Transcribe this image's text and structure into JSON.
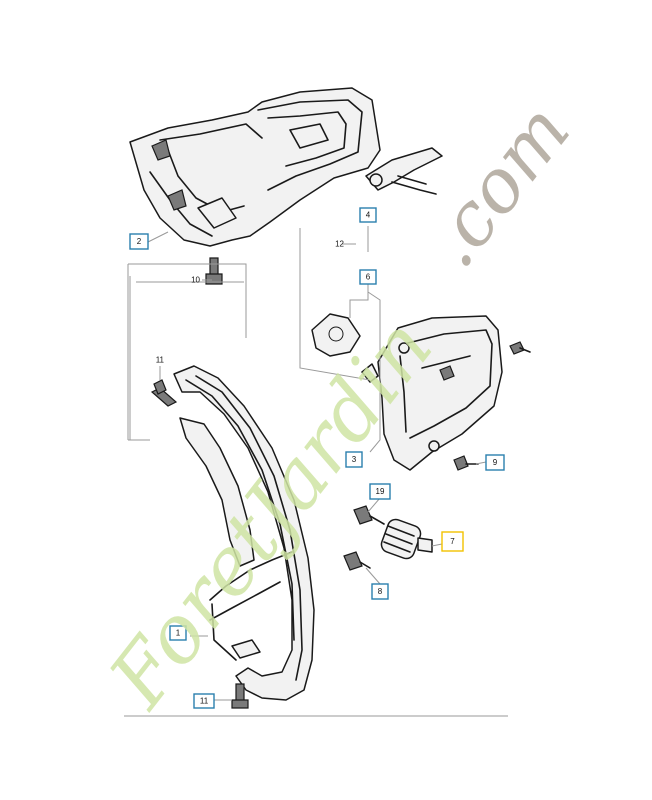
{
  "diagram": {
    "callouts": [
      {
        "id": "c2a",
        "label": "2",
        "boxed": true
      },
      {
        "id": "c10",
        "label": "10",
        "boxed": false
      },
      {
        "id": "c11a",
        "label": "11",
        "boxed": false
      },
      {
        "id": "c4",
        "label": "4",
        "boxed": true
      },
      {
        "id": "c12",
        "label": "12",
        "boxed": false
      },
      {
        "id": "c6",
        "label": "6",
        "boxed": true
      },
      {
        "id": "c3",
        "label": "3",
        "boxed": true
      },
      {
        "id": "c9",
        "label": "9",
        "boxed": true
      },
      {
        "id": "c19",
        "label": "19",
        "boxed": true
      },
      {
        "id": "c7",
        "label": "7",
        "boxed": true,
        "highlighted": true
      },
      {
        "id": "c8",
        "label": "8",
        "boxed": true
      },
      {
        "id": "c1",
        "label": "1",
        "boxed": true
      },
      {
        "id": "c11b",
        "label": "11",
        "boxed": true
      }
    ],
    "colors": {
      "callout_border": "#2a7fae",
      "highlight_border": "#f2c200",
      "line": "#1a1a1a"
    }
  },
  "watermarks": {
    "brand_text": "ForetJardin",
    "brand_color": "#cfe4a4",
    "brand_accent_color": "#f6c98a",
    "domain_text": ".com",
    "domain_color": "#b3aba0"
  }
}
